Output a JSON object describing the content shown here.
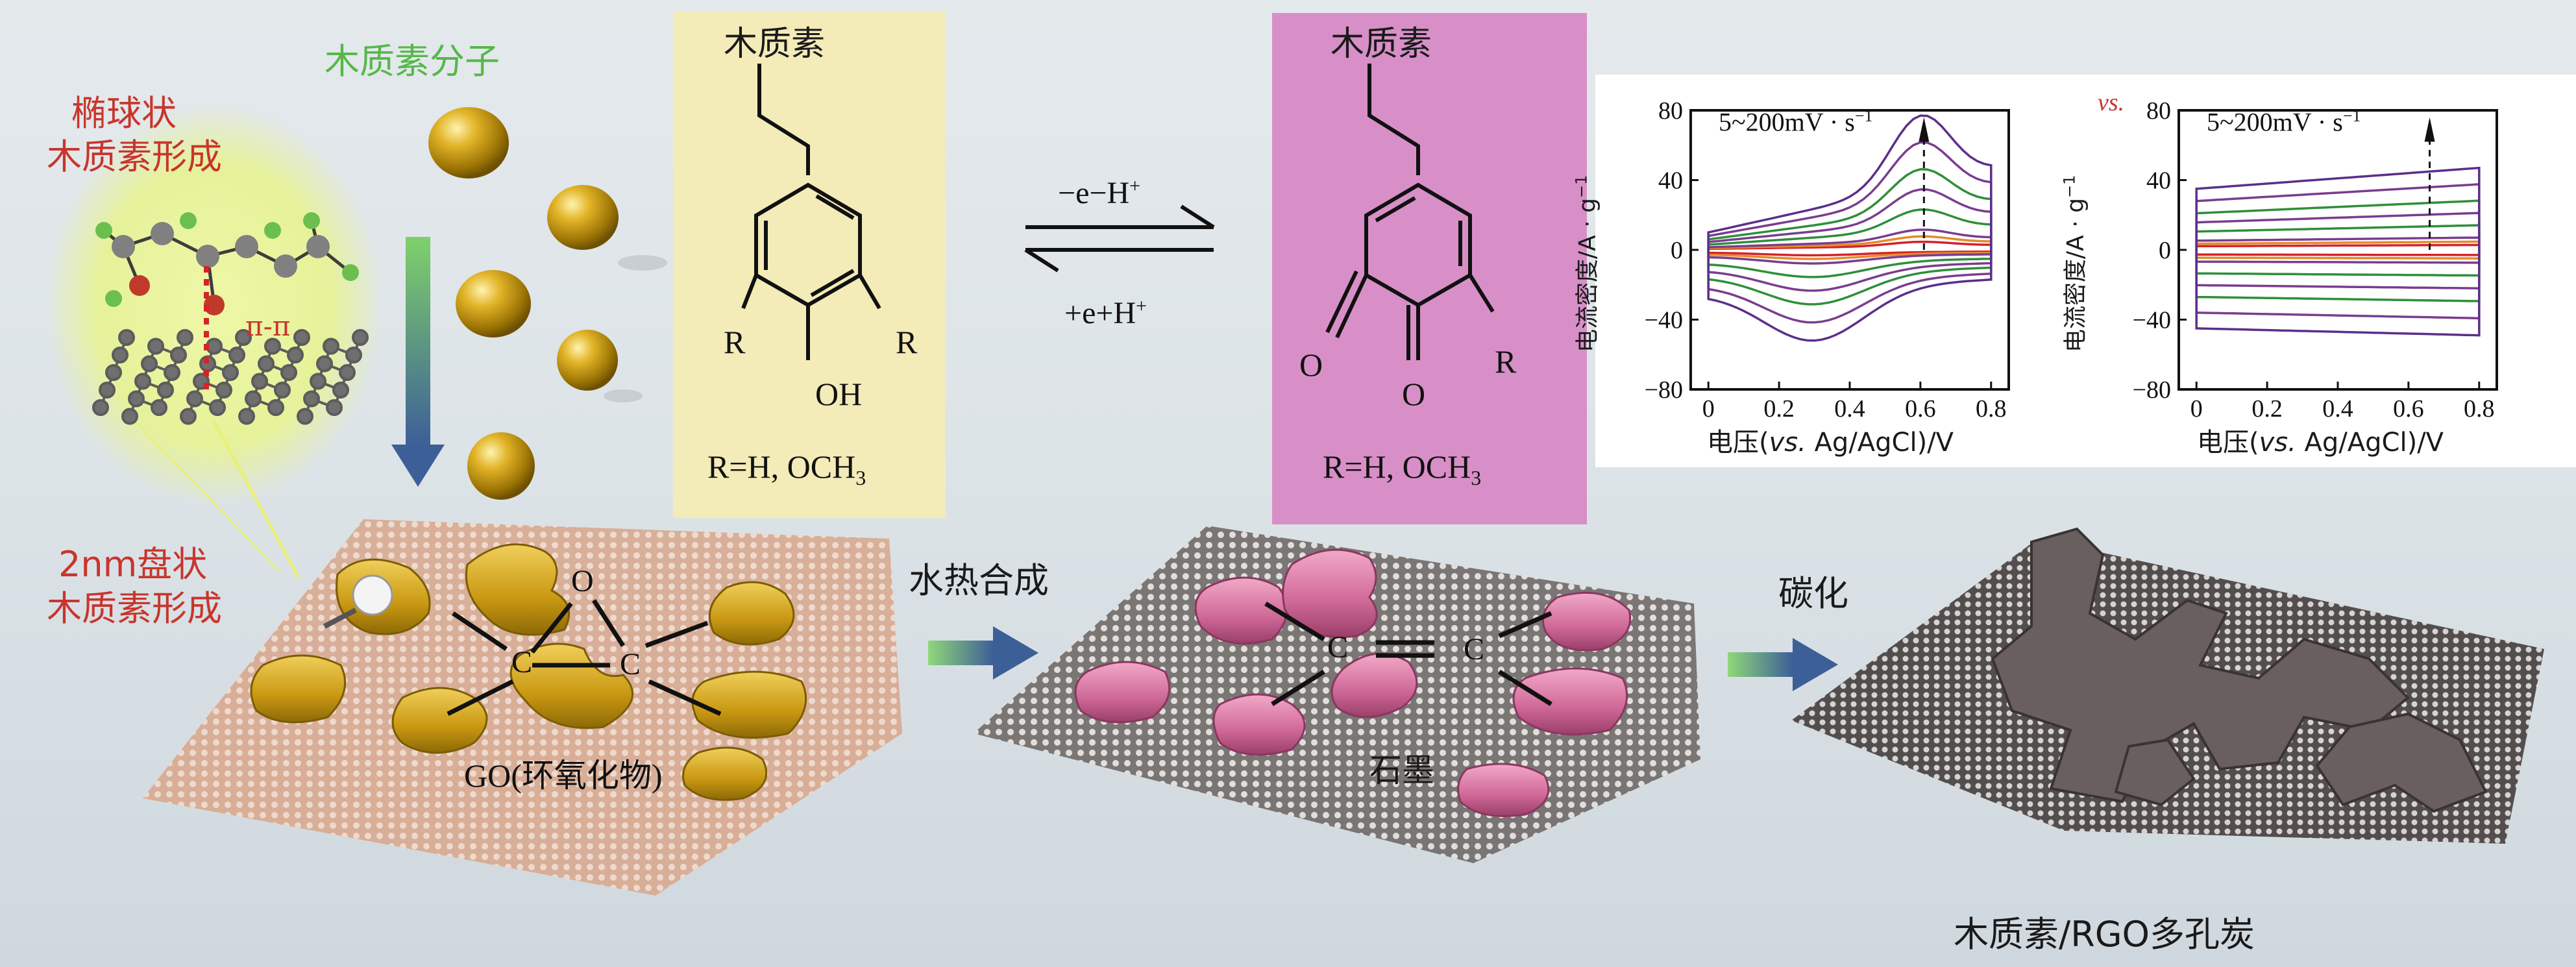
{
  "left_labels": {
    "ellipsoid": [
      "椭球状",
      "木质素形成"
    ],
    "molecule": "木质素分子",
    "pi_pi": "π-π",
    "disk": [
      "2nm盘状",
      "木质素形成"
    ]
  },
  "phenol_box": {
    "title": "木质素",
    "r_left": "R",
    "r_right": "R",
    "oh": "OH",
    "formula_prefix": "R=H, OCH",
    "formula_sub": "3"
  },
  "quinone_box": {
    "title": "木质素",
    "o_left": "O",
    "o_bottom": "O",
    "r_right": "R",
    "formula_prefix": "R=H, OCH",
    "formula_sub": "3"
  },
  "equilibrium": {
    "forward": "−e−H",
    "forward_sup": "+",
    "backward": "+e+H",
    "backward_sup": "+"
  },
  "plots": {
    "vs_label": "vs.",
    "left": {
      "scan_rate": "5~200mV · s",
      "scan_rate_sup": "−1",
      "ylabel": "电流密度/A · g",
      "ylabel_sup": "−1",
      "xlabel_prefix": "电压(",
      "xlabel_italic": "vs.",
      "xlabel_suffix": " Ag/AgCl)/V",
      "yticks": [
        "80",
        "40",
        "0",
        "−40",
        "−80"
      ],
      "xticks": [
        "0",
        "0.2",
        "0.4",
        "0.6",
        "0.8"
      ]
    },
    "right": {
      "scan_rate": "5~200mV · s",
      "scan_rate_sup": "−1",
      "ylabel": "电流密度/A · g",
      "ylabel_sup": "−1",
      "xlabel_prefix": "电压(",
      "xlabel_italic": "vs.",
      "xlabel_suffix": " Ag/AgCl)/V",
      "yticks": [
        "80",
        "40",
        "0",
        "−40",
        "−80"
      ],
      "xticks": [
        "0",
        "0.2",
        "0.4",
        "0.6",
        "0.8"
      ]
    }
  },
  "sheet1": {
    "o": "O",
    "c1": "C",
    "c2": "C",
    "caption": "GO(环氧化物)"
  },
  "sheet2": {
    "c1": "C",
    "c2": "C",
    "caption": "石墨"
  },
  "steps": {
    "hydrothermal": "水热合成",
    "carbonize": "碳化"
  },
  "final_caption": "木质素/RGO多孔炭",
  "colors": {
    "phenol_box": "#f3ebb8",
    "quinone_box": "#d88fc7",
    "gold": "#d2a10f",
    "pink": "#d46f9c",
    "dark_carbon": "#6a5f5f",
    "red_text": "#c8352c",
    "green_text": "#55b848"
  }
}
